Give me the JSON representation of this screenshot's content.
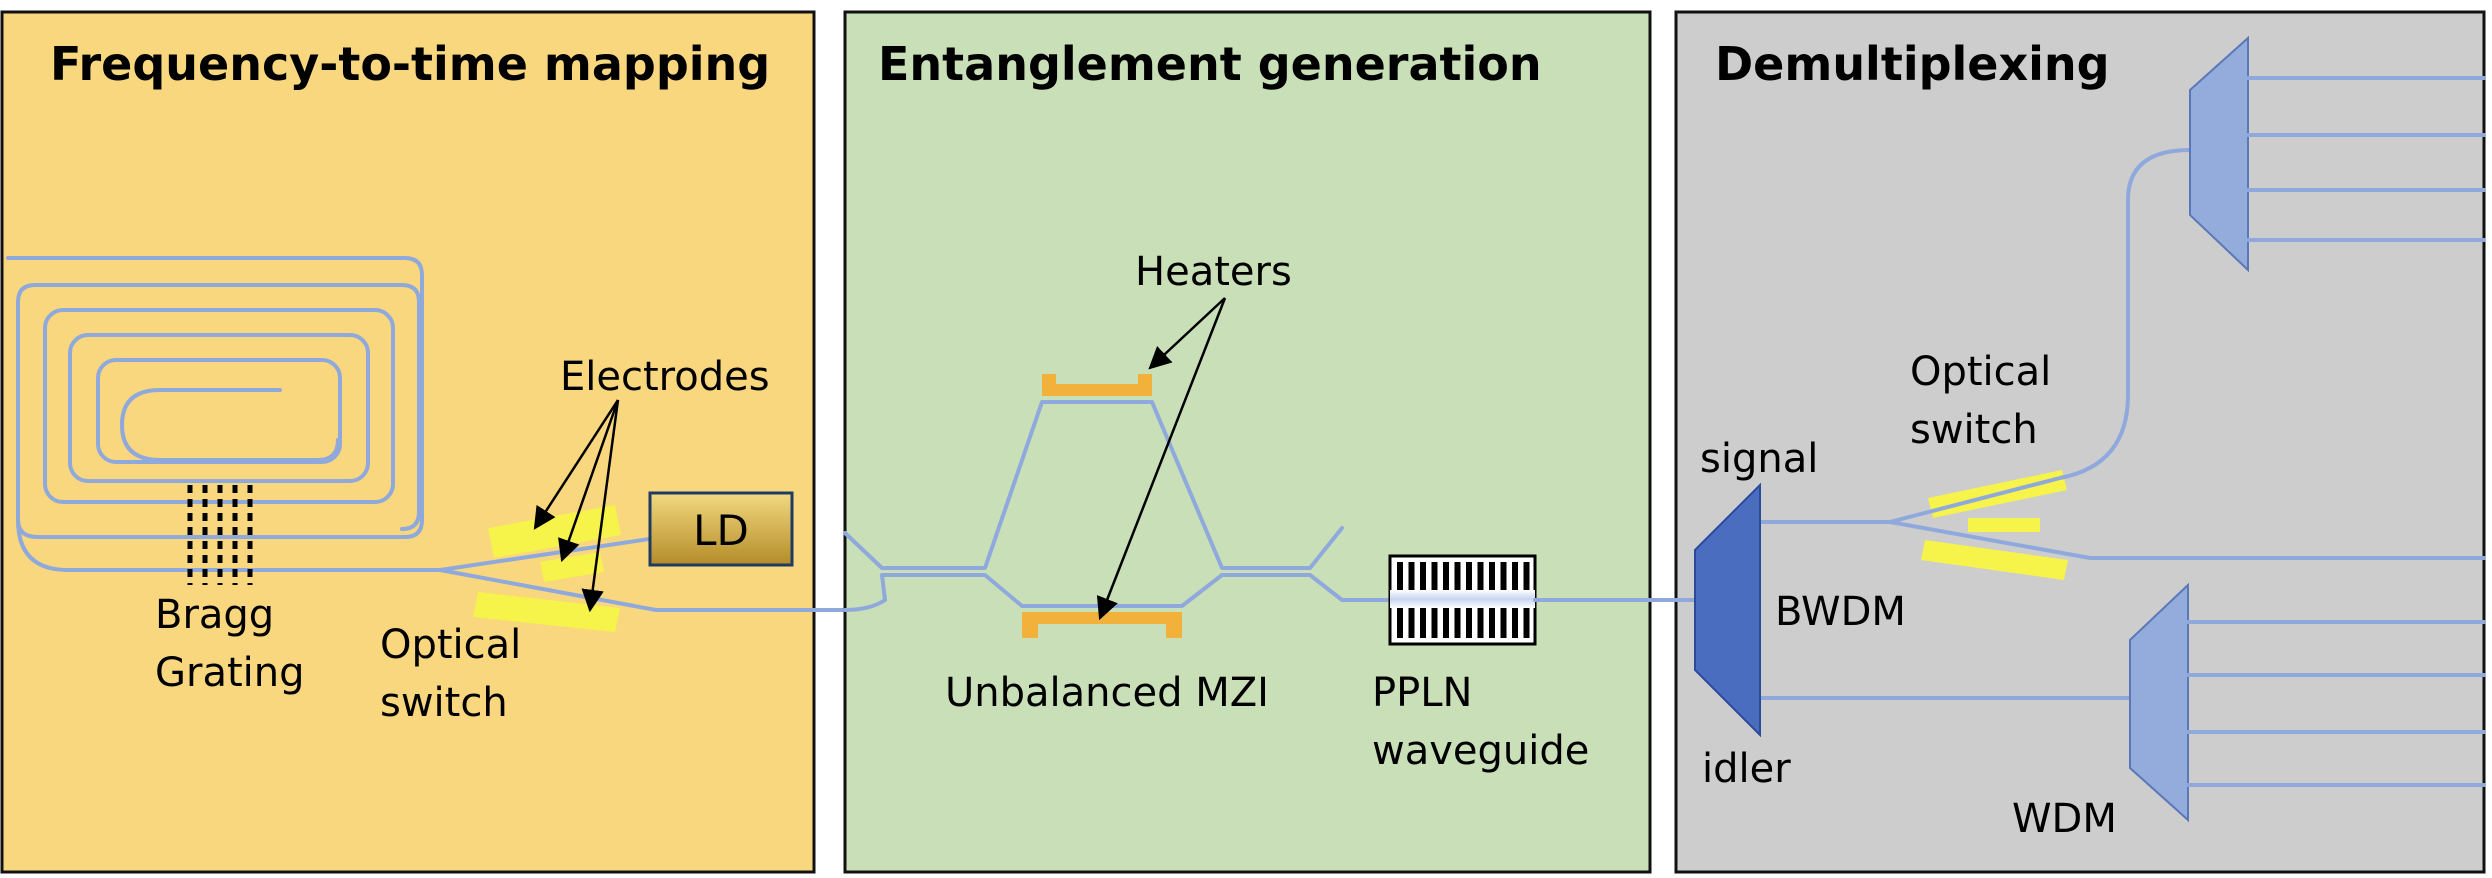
{
  "panels": {
    "frequency_to_time": {
      "title": "Frequency-to-time mapping",
      "bg": "#f8d77e",
      "labels": {
        "electrodes": "Electrodes",
        "ld": "LD",
        "bragg_line1": "Bragg",
        "bragg_line2": "Grating",
        "optical_line1": "Optical",
        "optical_line2": "switch"
      }
    },
    "entanglement_generation": {
      "title": "Entanglement generation",
      "bg": "#c9dfb7",
      "labels": {
        "heaters": "Heaters",
        "mzi": "Unbalanced MZI",
        "ppln_line1": "PPLN",
        "ppln_line2": "waveguide"
      }
    },
    "demultiplexing": {
      "title": "Demultiplexing",
      "bg": "#cdcdcd",
      "labels": {
        "optical_line1": "Optical",
        "optical_line2": "switch",
        "signal": "signal",
        "bwdm": "BWDM",
        "idler": "idler",
        "wdm": "WDM"
      }
    }
  },
  "colors": {
    "waveguide": "#8fa9dc",
    "electrode": "#f6f34a",
    "heater": "#f2b13a",
    "bwdm": "#4a6dc0",
    "wdm": "#93acdc",
    "ld_gradient_top": "#f2d980",
    "ld_gradient_bottom": "#b48c28"
  }
}
